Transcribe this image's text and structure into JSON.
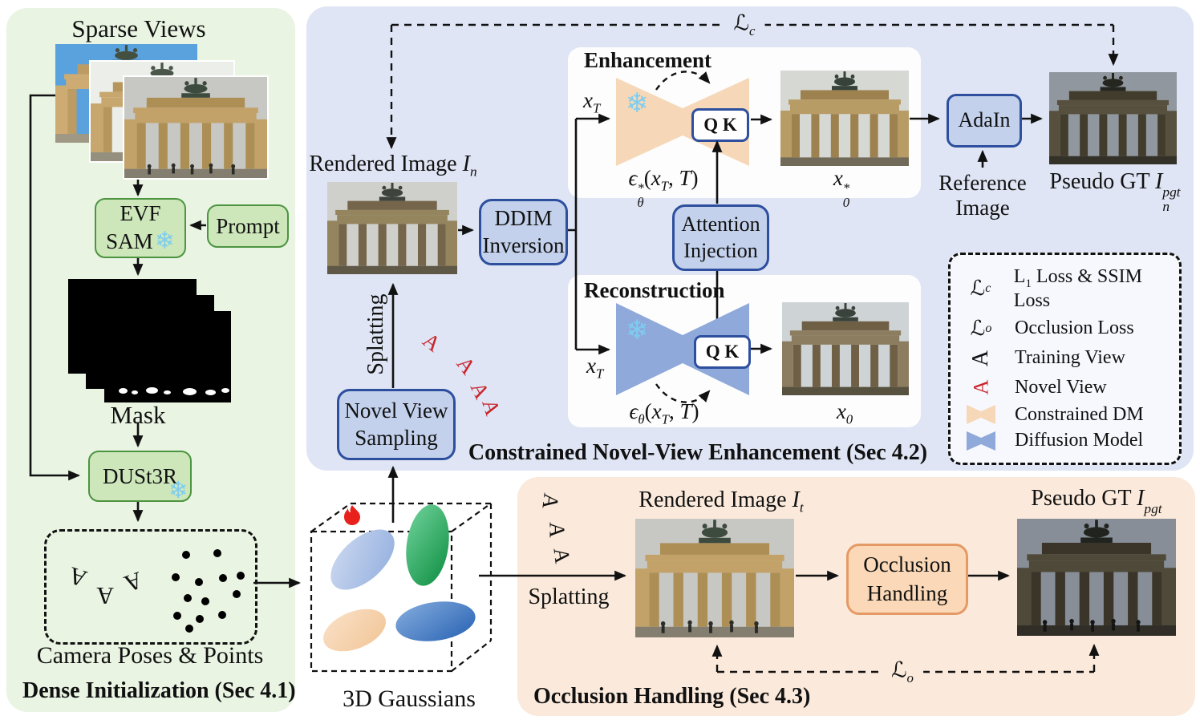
{
  "colors": {
    "panel_green": "#e9f4e2",
    "panel_blue": "#dfe5f4",
    "panel_peach": "#fbeadb",
    "green_box_fill": "#cde7bb",
    "green_box_border": "#4c9440",
    "blue_box_fill": "#c3d1ec",
    "blue_box_border": "#2d4f9e",
    "peach_box_fill": "#fbd9b8",
    "peach_box_border": "#e59a66",
    "constrained_dm_fill": "#f6d8b8",
    "diffusion_model_fill": "#8ea9da",
    "novel_view_red": "#c9252c",
    "flame_red": "#e8211d",
    "snowflake_blue": "#7ecdf0"
  },
  "left_panel": {
    "sparse_views": "Sparse Views",
    "evf": [
      "EVF",
      "SAM"
    ],
    "prompt": "Prompt",
    "mask": "Mask",
    "dust3r": "DUSt3R",
    "camera_poses": "Camera Poses & Points",
    "title": "Dense Initialization (Sec 4.1)"
  },
  "middle": {
    "novel_view_sampling": [
      "Novel View",
      "Sampling"
    ],
    "splatting_vertical": "Splatting",
    "gaussians": "3D Gaussians"
  },
  "top_panel": {
    "enhancement": "Enhancement",
    "reconstruction": "Reconstruction",
    "ddim": [
      "DDIM",
      "Inversion"
    ],
    "attention_injection": [
      "Attention",
      "Injection"
    ],
    "qk": "Q K",
    "adain": "AdaIn",
    "reference_image": [
      "Reference",
      "Image"
    ],
    "title": "Constrained Novel-View Enhancement (Sec 4.2)"
  },
  "bottom_panel": {
    "splatting": "Splatting",
    "occlusion_handling": [
      "Occlusion",
      "Handling"
    ],
    "title": "Occlusion Handling (Sec 4.3)"
  },
  "legend": {
    "l1_label": [
      {
        "t": "L",
        "k": "r"
      },
      {
        "t": "1",
        "k": "subr"
      },
      {
        "t": " Loss & SSIM Loss",
        "k": "r"
      }
    ],
    "occlusion": "Occlusion Loss",
    "training_view": "Training View",
    "novel_view": "Novel View",
    "constrained_dm": "Constrained DM",
    "diffusion_model": "Diffusion Model"
  },
  "math": {
    "rendered_n": [
      {
        "t": "Rendered Image ",
        "k": "r"
      },
      {
        "t": "I"
      },
      {
        "t": "n",
        "k": "sub"
      }
    ],
    "rendered_t": [
      {
        "t": "Rendered Image ",
        "k": "r"
      },
      {
        "t": "I"
      },
      {
        "t": "t",
        "k": "sub"
      }
    ],
    "pseudo_n": [
      {
        "t": "Pseudo GT ",
        "k": "r"
      },
      {
        "t": "I"
      },
      {
        "sup": "pgt",
        "sub": "n"
      }
    ],
    "pseudo_t": [
      {
        "t": "Pseudo GT ",
        "k": "r"
      },
      {
        "t": "I"
      },
      {
        "sup": "pgt",
        "sub": "t"
      }
    ],
    "x_T": [
      {
        "t": "x"
      },
      {
        "t": "T",
        "k": "sub"
      }
    ],
    "x0_star": [
      {
        "t": "x"
      },
      {
        "sup": "*",
        "sub": "0"
      }
    ],
    "x0": [
      {
        "t": "x"
      },
      {
        "t": "0",
        "k": "sub"
      }
    ],
    "eps_star": [
      {
        "t": "ϵ"
      },
      {
        "sup": "*",
        "sub": "θ"
      },
      {
        "t": "(",
        "k": "r"
      },
      {
        "t": "x"
      },
      {
        "t": "T",
        "k": "sub"
      },
      {
        "t": ", ",
        "k": "r"
      },
      {
        "t": "T"
      },
      {
        "t": ")",
        "k": "r"
      }
    ],
    "eps": [
      {
        "t": "ϵ"
      },
      {
        "t": "θ",
        "k": "sub"
      },
      {
        "t": "(",
        "k": "r"
      },
      {
        "t": "x"
      },
      {
        "t": "T",
        "k": "sub"
      },
      {
        "t": ", ",
        "k": "r"
      },
      {
        "t": "T"
      },
      {
        "t": ")",
        "k": "r"
      }
    ],
    "loss_c": [
      {
        "t": "ℒ"
      },
      {
        "t": "c",
        "k": "sub"
      }
    ],
    "loss_o": [
      {
        "t": "ℒ"
      },
      {
        "t": "o",
        "k": "sub"
      }
    ]
  },
  "icons": {
    "camera_glyph": "A",
    "snowflake": "❄"
  }
}
